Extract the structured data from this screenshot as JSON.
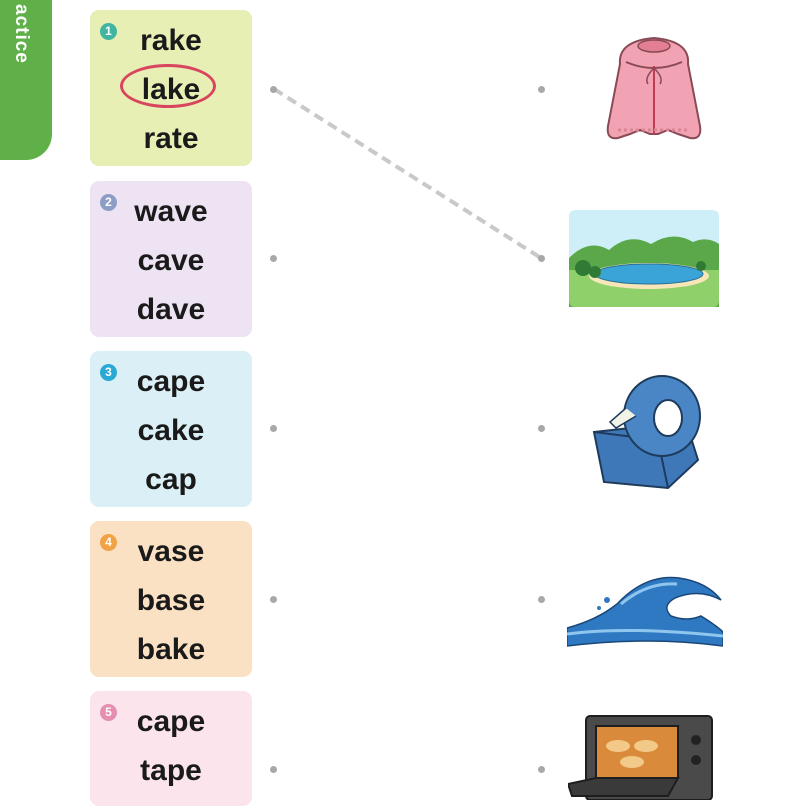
{
  "section_tab": "actice",
  "questions": [
    {
      "number": "1",
      "words": [
        "rake",
        "lake",
        "rate"
      ],
      "circled": "lake",
      "bg": "#e7efb4",
      "badge": "#3fb5a2"
    },
    {
      "number": "2",
      "words": [
        "wave",
        "cave",
        "dave"
      ],
      "bg": "#ede3f2",
      "badge": "#8d9ec6"
    },
    {
      "number": "3",
      "words": [
        "cape",
        "cake",
        "cap"
      ],
      "bg": "#dbf0f6",
      "badge": "#2aa9d4"
    },
    {
      "number": "4",
      "words": [
        "vase",
        "base",
        "bake"
      ],
      "bg": "#fbe1c4",
      "badge": "#f1a247"
    },
    {
      "number": "5",
      "words": [
        "cape",
        "tape",
        ""
      ],
      "bg": "#fbe4ec",
      "badge": "#e58fb0"
    }
  ],
  "pictures": [
    "cape-image",
    "lake-image",
    "tape-dispenser-image",
    "wave-image",
    "oven-image"
  ],
  "answer_line": {
    "from_question": "1",
    "to_picture": "2"
  }
}
